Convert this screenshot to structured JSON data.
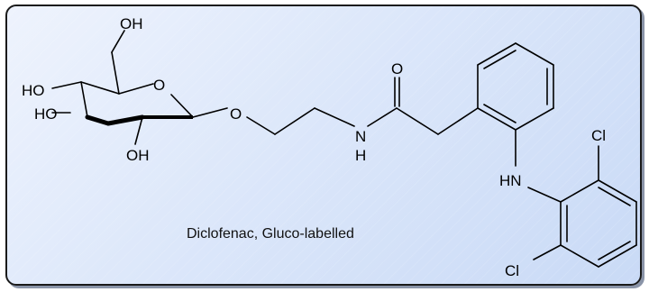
{
  "diagram": {
    "caption": "Diclofenac, Gluco-labelled",
    "atoms": {
      "oh_top": "OH",
      "ho_left_upper": "HO",
      "ho_left_lower": "HO",
      "oh_bottom": "OH",
      "ring_o": "O",
      "glyco_o": "O",
      "carbonyl_o": "O",
      "amide_n": "N",
      "amide_h": "H",
      "amine_hn": "HN",
      "cl_top": "Cl",
      "cl_bottom": "Cl"
    }
  }
}
